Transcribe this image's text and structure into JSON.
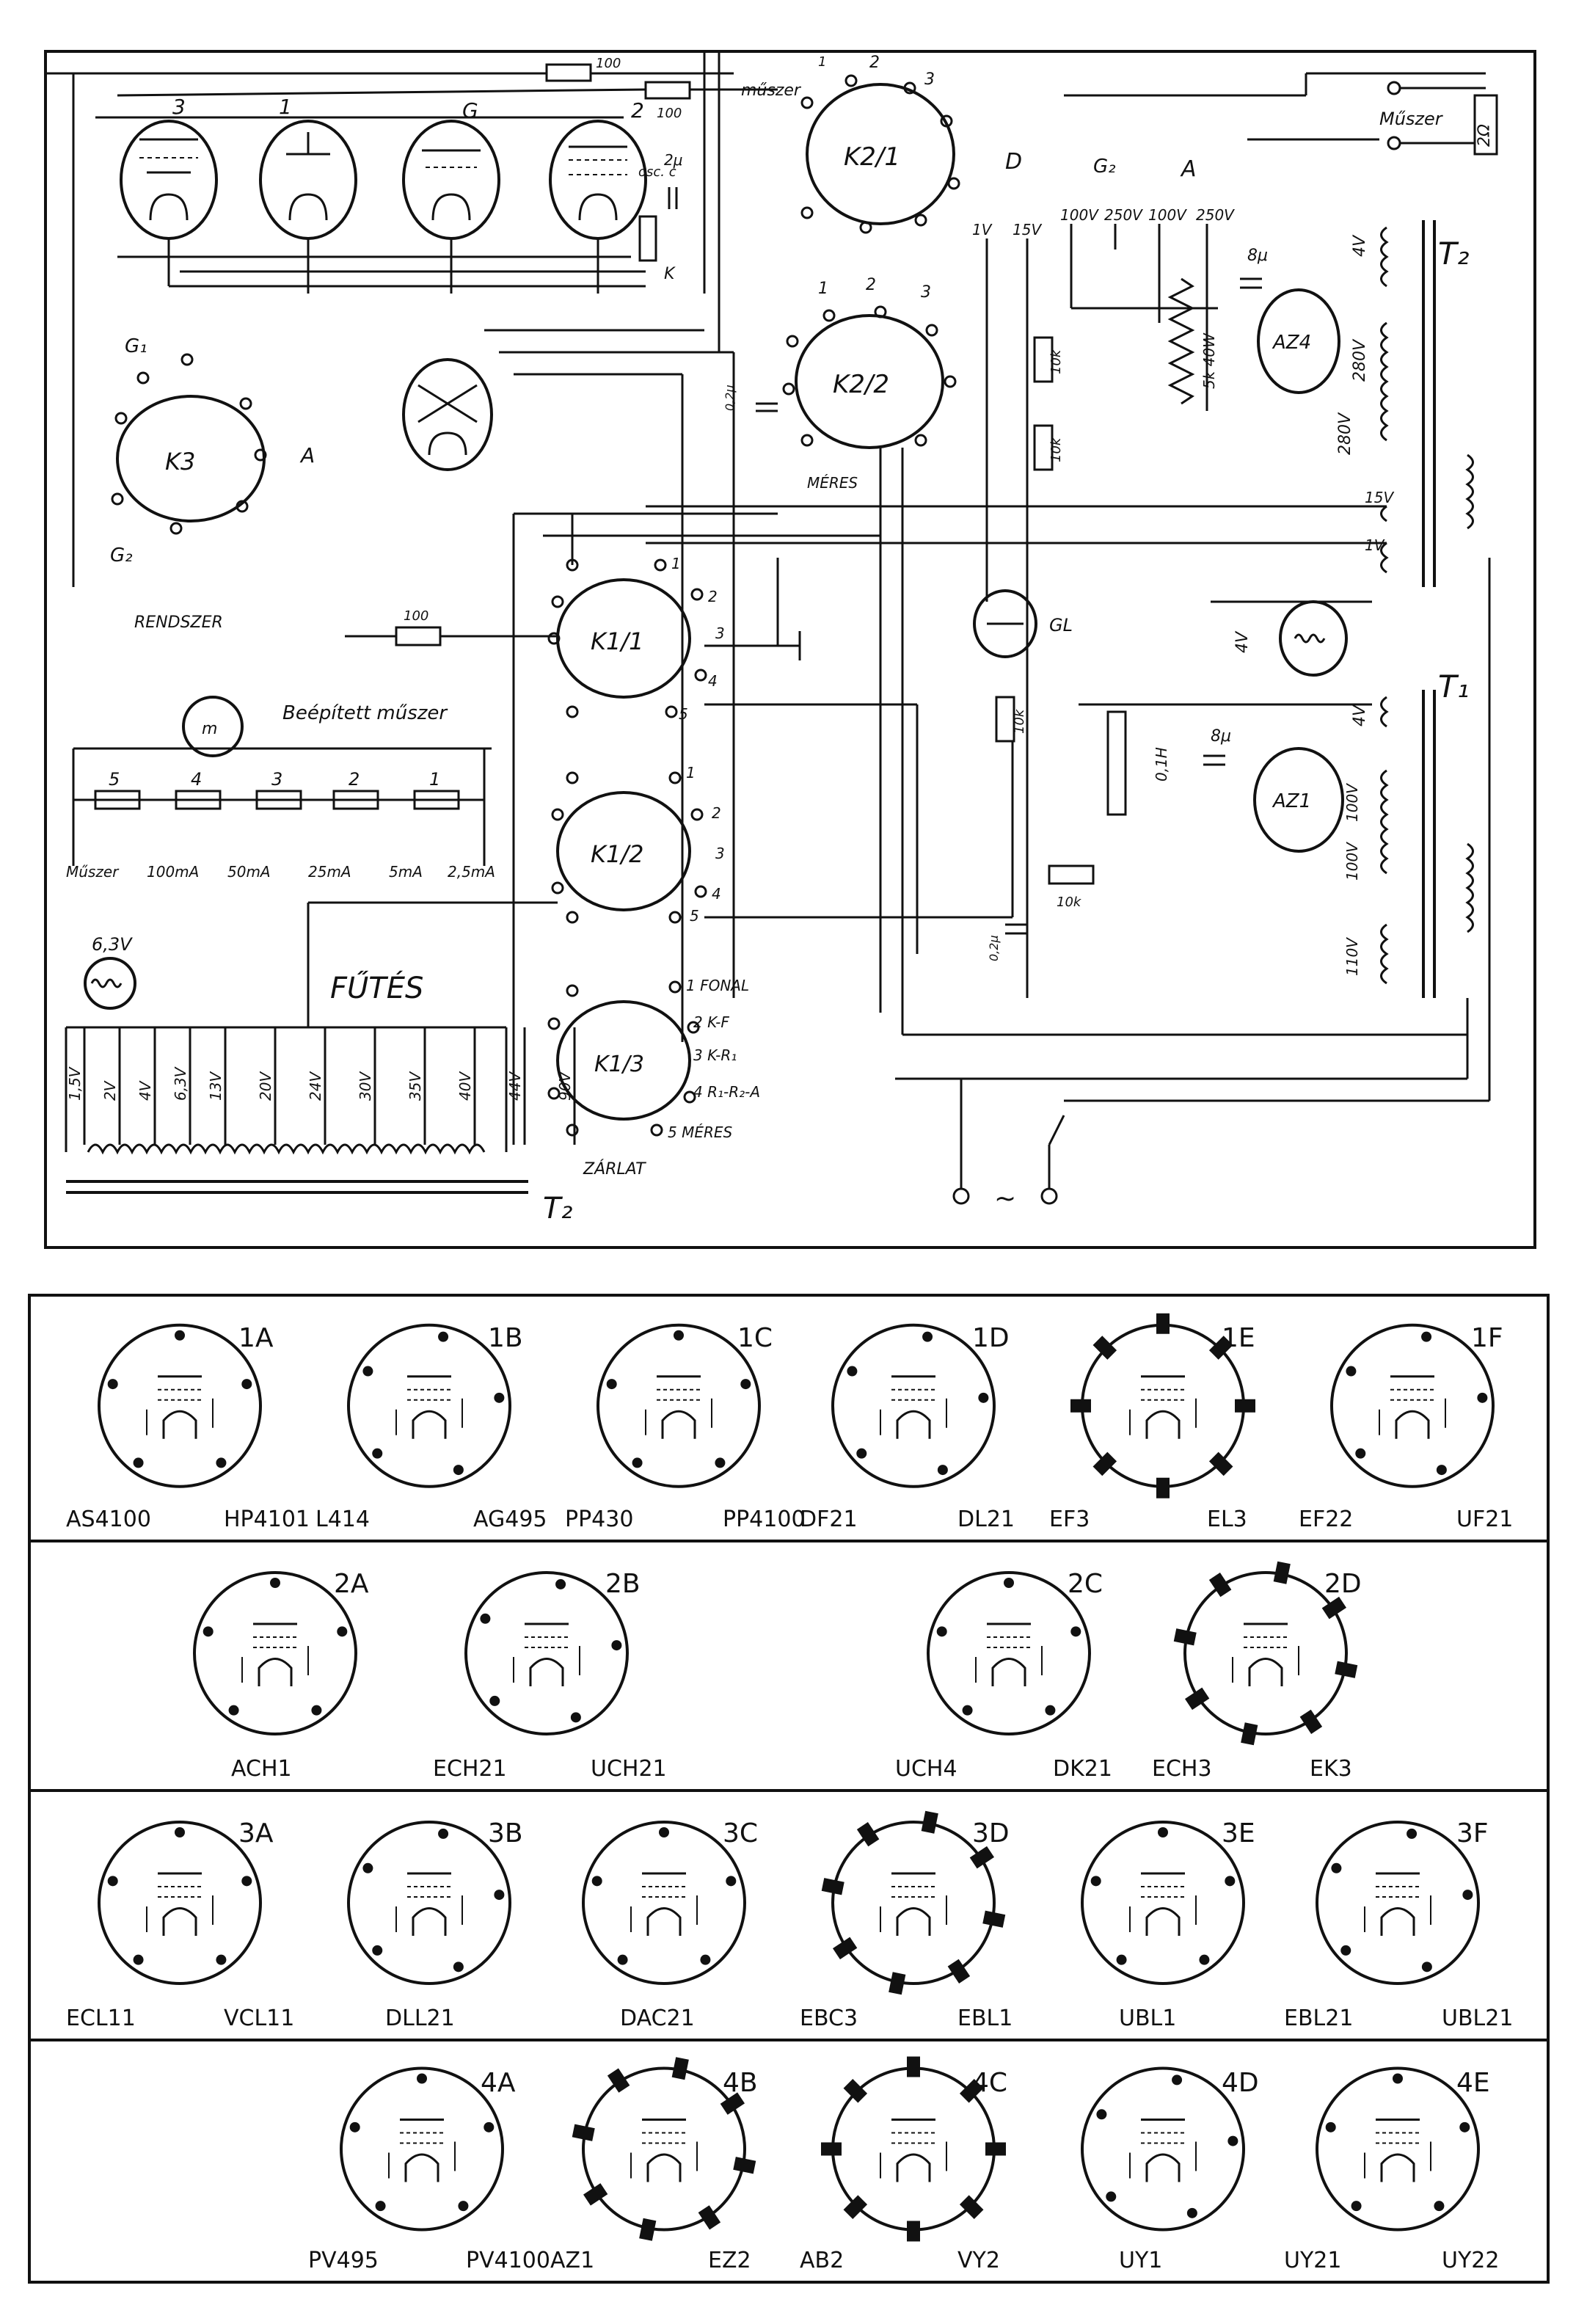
{
  "schematic": {
    "switches": {
      "k21": "K2/1",
      "k22": "K2/2",
      "k3": "K3",
      "k11": "K1/1",
      "k12": "K1/2",
      "k13": "K1/3"
    },
    "labels": {
      "muszer_top": "műszer",
      "muszer_right": "Műszer",
      "muszer_left": "Műszer",
      "beepitett": "Beépített műszer",
      "rendszer": "RENDSZER",
      "futes": "FŰTÉS",
      "meres_k22": "MÉRES",
      "zarlat": "ZÁRLAT",
      "osc": "osc. c",
      "ohm2": "2Ω",
      "r100a": "100",
      "r100b": "100",
      "r100c": "100",
      "cap2u": "2μ",
      "cap8u_top": "8μ",
      "cap8u_bot": "8μ",
      "cap02u_a": "0,2μ",
      "cap02u_b": "0,2μ",
      "r10k_a": "10k",
      "r10k_b": "10k",
      "r10k_c": "10k",
      "r10k_d": "10k",
      "pot": "5k 40W",
      "choke": "0,1H",
      "az4": "AZ4",
      "az1": "AZ1",
      "t2": "T₂",
      "t1": "T₁",
      "t2_bottom": "T₂",
      "gl": "GL",
      "heater_63": "6,3V",
      "heat_4v": "4V",
      "k_label": "K",
      "d_label": "D",
      "g2_label": "G₂",
      "a_label": "A",
      "g1_label": "G₁",
      "g2_k3": "G₂",
      "a_k3": "A",
      "v4_a": "4V",
      "v4_b": "4V",
      "v4_c": "4V",
      "v280a": "280V",
      "v280b": "280V",
      "v15": "15V",
      "v1": "1V",
      "v100a": "100V",
      "v100b": "100V",
      "v110": "110V",
      "ac": "~"
    },
    "voltage_taps": [
      "1V",
      "15V",
      "100V",
      "250V",
      "100V",
      "250V"
    ],
    "shunts": [
      "100mA",
      "50mA",
      "25mA",
      "5mA",
      "2,5mA"
    ],
    "shunt_nums": [
      "5",
      "4",
      "3",
      "2",
      "1"
    ],
    "heater_voltages": [
      "1,5V",
      "2V",
      "4V",
      "6,3V",
      "13V",
      "20V",
      "24V",
      "30V",
      "35V",
      "40V",
      "44V",
      "90V"
    ],
    "k13_positions": [
      "1 FONAL",
      "2 K-F",
      "3 K-R₁",
      "4 R₁-R₂-A",
      "5 MÉRES"
    ],
    "k21_pos": [
      "1",
      "2",
      "3"
    ],
    "k22_pos": [
      "1",
      "2",
      "3"
    ],
    "k11_pos": [
      "1",
      "2",
      "3",
      "4",
      "5"
    ],
    "k12_pos": [
      "1",
      "2",
      "3",
      "4",
      "5"
    ],
    "tube_nums": [
      "3",
      "1",
      "G",
      "2"
    ]
  },
  "sockets": {
    "rows": [
      [
        {
          "code": "1A",
          "names": [
            "AS4100",
            "HP4101"
          ]
        },
        {
          "code": "1B",
          "names": [
            "L414",
            "AG495"
          ]
        },
        {
          "code": "1C",
          "names": [
            "PP430",
            "PP4100"
          ]
        },
        {
          "code": "1D",
          "names": [
            "DF21",
            "DL21"
          ]
        },
        {
          "code": "1E",
          "names": [
            "EF3",
            "EL3"
          ]
        },
        {
          "code": "1F",
          "names": [
            "EF22",
            "UF21"
          ]
        }
      ],
      [
        {
          "code": "2A",
          "names": [
            "ACH1"
          ]
        },
        {
          "code": "2B",
          "names": [
            "ECH21",
            "UCH21"
          ]
        },
        {
          "code": "2C",
          "names": [
            "UCH4",
            "DK21"
          ]
        },
        {
          "code": "2D",
          "names": [
            "ECH3",
            "EK3"
          ]
        }
      ],
      [
        {
          "code": "3A",
          "names": [
            "ECL11",
            "VCL11"
          ]
        },
        {
          "code": "3B",
          "names": [
            "DLL21"
          ]
        },
        {
          "code": "3C",
          "names": [
            "DAC21"
          ]
        },
        {
          "code": "3D",
          "names": [
            "EBC3",
            "EBL1"
          ]
        },
        {
          "code": "3E",
          "names": [
            "UBL1"
          ]
        },
        {
          "code": "3F",
          "names": [
            "EBL21",
            "UBL21"
          ]
        }
      ],
      [
        {
          "code": "4A",
          "names": [
            "PV495",
            "PV4100"
          ]
        },
        {
          "code": "4B",
          "names": [
            "AZ1",
            "EZ2"
          ]
        },
        {
          "code": "4C",
          "names": [
            "AB2",
            "VY2"
          ]
        },
        {
          "code": "4D",
          "names": [
            "UY1"
          ]
        },
        {
          "code": "4E",
          "names": [
            "UY21",
            "UY22"
          ]
        }
      ]
    ]
  }
}
